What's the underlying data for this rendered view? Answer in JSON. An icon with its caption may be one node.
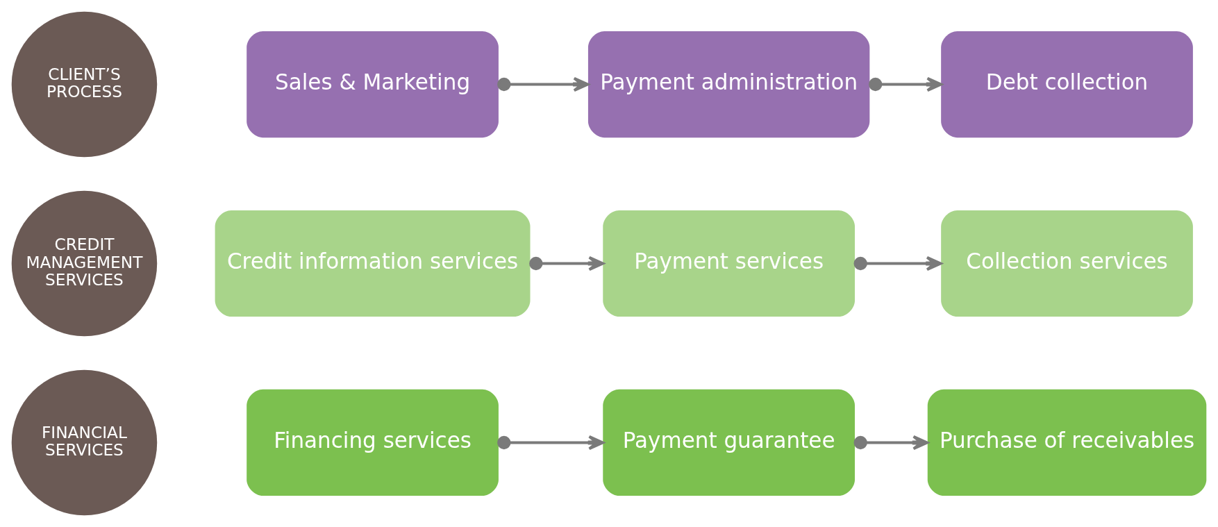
{
  "diagram": {
    "nodes": [
      {
        "text": [
          "CLIENT’S PROCESS"
        ]
      },
      {
        "text": [
          "Sales & Marketing"
        ]
      },
      {
        "text": [
          "Payment administration"
        ]
      },
      {
        "text": [
          "Debt collection"
        ]
      },
      {
        "text": [
          "CREDIT MANAGEMENT SERVICES"
        ]
      },
      {
        "text": [
          "Credit information services"
        ]
      },
      {
        "text": [
          "Payment services"
        ]
      },
      {
        "text": [
          "Collection services"
        ]
      },
      {
        "text": [
          "FINANCIAL SERVICES"
        ]
      },
      {
        "text": [
          "Financing services"
        ]
      },
      {
        "text": [
          "Payment guarantee"
        ]
      },
      {
        "text": [
          "Purchase of receivables"
        ]
      }
    ],
    "edges": [
      {
        "from": 1,
        "to": 2,
        "arrow": "to"
      },
      {
        "from": 2,
        "to": 3,
        "arrow": "to"
      },
      {
        "from": 5,
        "to": 6,
        "arrow": "to"
      },
      {
        "from": 6,
        "to": 7,
        "arrow": "to"
      },
      {
        "from": 9,
        "to": 10,
        "arrow": "to"
      },
      {
        "from": 10,
        "to": 11,
        "arrow": "to"
      }
    ]
  }
}
